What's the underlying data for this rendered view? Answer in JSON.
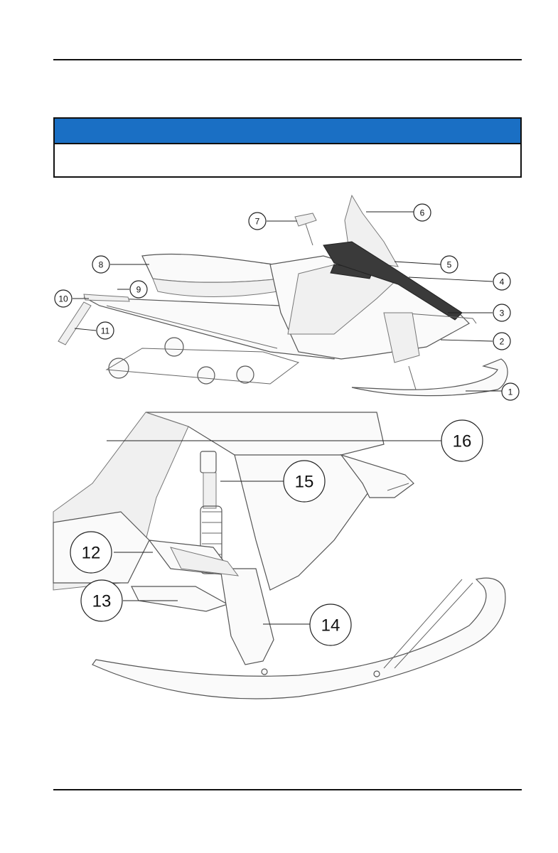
{
  "header": {
    "title": ""
  },
  "notice": {
    "heading": "",
    "body": ""
  },
  "figure_top": {
    "callouts": [
      "1",
      "2",
      "3",
      "4",
      "5",
      "6",
      "7",
      "8",
      "9",
      "10",
      "11"
    ]
  },
  "figure_bottom": {
    "callouts": [
      "12",
      "13",
      "14",
      "15",
      "16"
    ]
  },
  "footer": {
    "text": ""
  },
  "colors": {
    "notice_bar": "#1a6fc4",
    "rule": "#111111"
  }
}
